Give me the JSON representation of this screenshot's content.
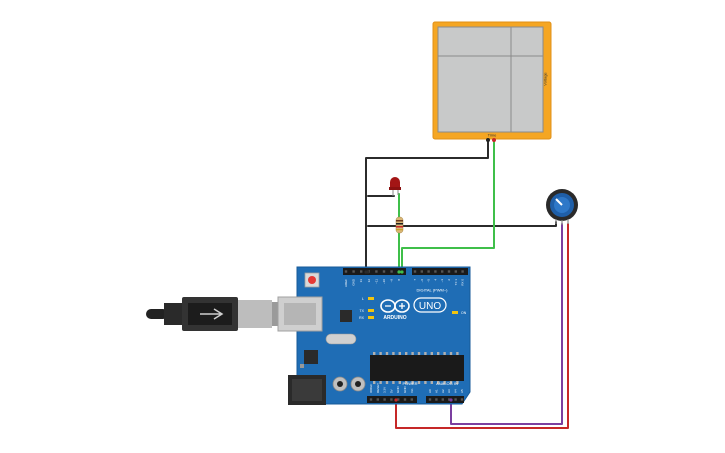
{
  "oscilloscope": {
    "x_axis_label": "Time",
    "y_axis_label": "Voltage"
  },
  "arduino": {
    "brand": "ARDUINO",
    "model": "UNO",
    "digital_header_label": "DIGITAL (PWM~)",
    "power_header_label": "POWER",
    "analog_header_label": "ANALOG IN",
    "on_led_label": "ON",
    "l_led_label": "L",
    "tx_label": "TX",
    "rx_label": "RX",
    "top_pin_labels": [
      "AREF",
      "GND",
      "13",
      "12",
      "~11",
      "~10",
      "~9",
      "8",
      "7",
      "~6",
      "~5",
      "4",
      "~3",
      "2",
      "TX 1",
      "RX 0"
    ],
    "power_pin_labels": [
      "IOREF",
      "RESET",
      "3.3V",
      "5V",
      "GND",
      "GND",
      "Vin"
    ],
    "analog_pin_labels": [
      "A0",
      "A1",
      "A2",
      "A3",
      "A4",
      "A5"
    ]
  },
  "colors": {
    "oscilloscope_frame": "#f5a623",
    "oscilloscope_screen": "#c8c9c9",
    "board": "#1f6db5",
    "wire_ground": "#2b2b2b",
    "wire_signal": "#3fbf4a",
    "wire_power": "#c62828",
    "wire_analog": "#7b3fa0",
    "led": "#a31515",
    "potentiometer_knob": "#1f5fa8"
  }
}
